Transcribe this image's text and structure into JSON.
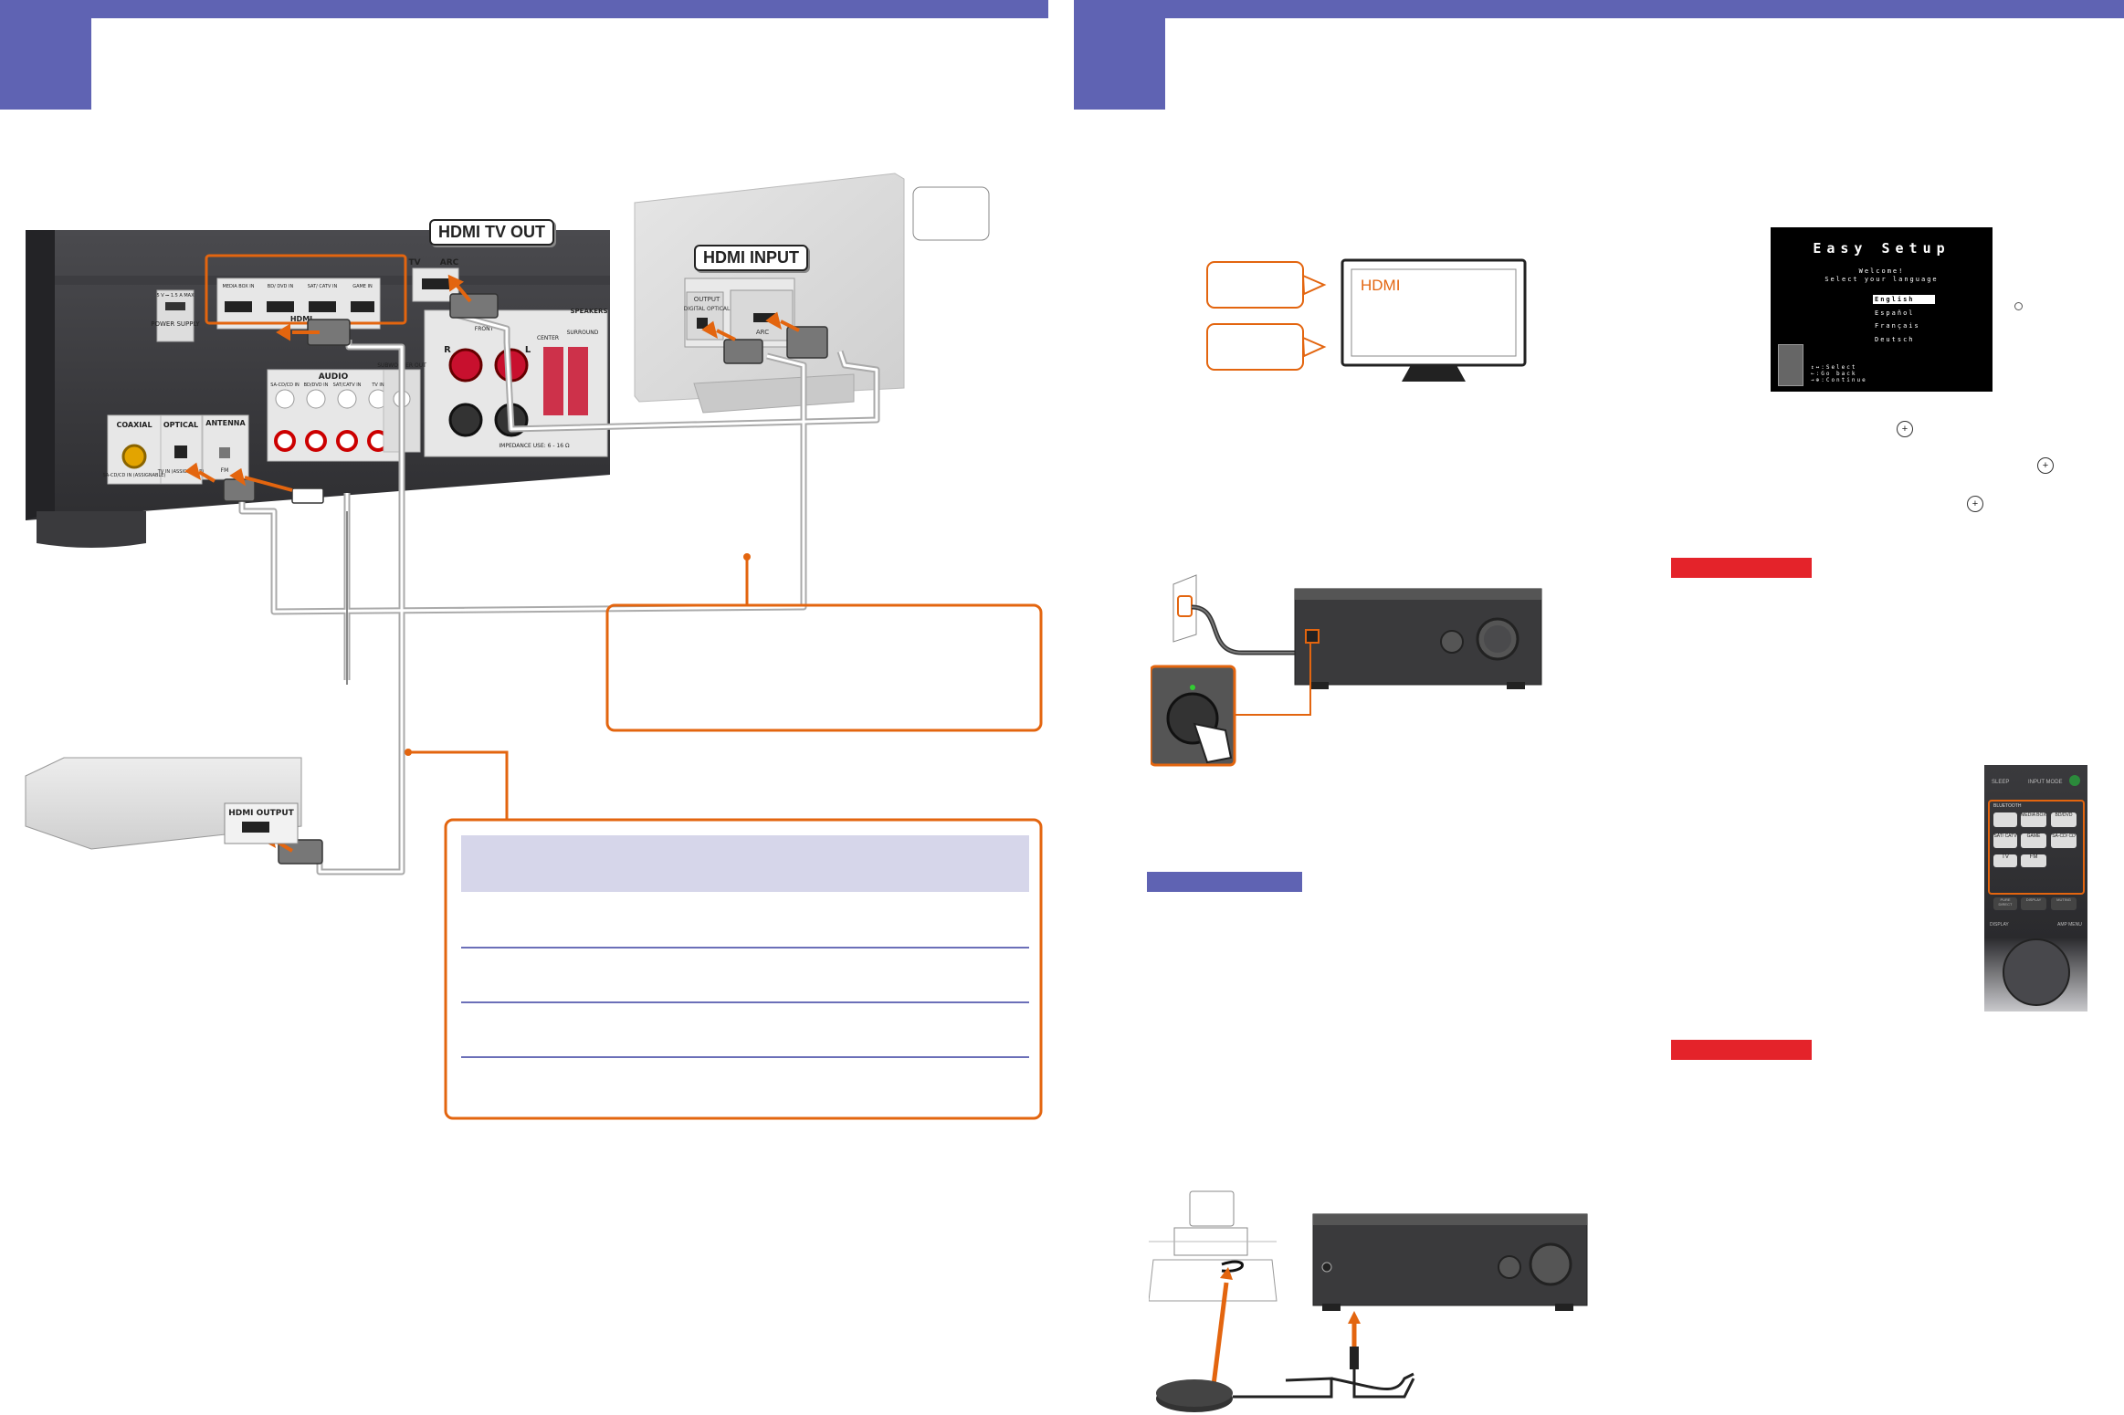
{
  "labels": {
    "hdmi_tv_out": "HDMI TV OUT",
    "hdmi_input": "HDMI INPUT",
    "hdmi_output": "HDMI OUTPUT",
    "tv_screen_text": "HDMI",
    "tv_jack": "TV",
    "arc_jack": "ARC",
    "tv_output_optical": "OUTPUT",
    "tv_digital_optical": "DIGITAL OPTICAL",
    "tv_hdmi_input_arc": "ARC"
  },
  "receiver": {
    "power_supply": "POWER SUPPLY",
    "usb_rating": "5 V ⎓ 1.5 A MAX",
    "hdmi_inputs": [
      "MEDIA BOX IN",
      "BD/ DVD IN",
      "SAT/ CATV IN",
      "GAME IN"
    ],
    "hdmi_label": "HDMI",
    "audio": "AUDIO",
    "audio_inputs": [
      "SA-CD/CD IN",
      "BD/DVD IN",
      "SAT/CATV IN",
      "TV IN"
    ],
    "subwoofer": "SUBWOOFER OUT",
    "speakers": "SPEAKERS",
    "front": "FRONT",
    "center": "CENTER",
    "surround": "SURROUND",
    "impedance": "IMPEDANCE USE: 6 - 16 Ω",
    "coaxial": "COAXIAL",
    "coaxial_sub": "SA-CD/CD IN (ASSIGNABLE)",
    "optical": "OPTICAL",
    "optical_sub": "TV IN (ASSIGNABLE)",
    "antenna": "ANTENNA",
    "fm": "FM",
    "r": "R",
    "l": "L"
  },
  "easy_setup": {
    "title": "Easy Setup",
    "welcome": "Welcome!",
    "prompt": "Select your language",
    "languages": [
      "English",
      "Español",
      "Français",
      "Deutsch"
    ],
    "selected": "English",
    "hints": [
      "↕↔:Select",
      "←:Go back",
      "→⊕:Continue"
    ]
  },
  "remote": {
    "top_left": "SLEEP",
    "top_right": "INPUT MODE",
    "group_label": "BLUETOOTH",
    "buttons": [
      "MEDIA BOX",
      "BD/DVD",
      "SAT/ CATV",
      "GAME",
      "SA-CD/ CD",
      "TV",
      "FM"
    ],
    "row2": [
      "PURE DIRECT",
      "DISPLAY",
      "MUTING"
    ],
    "bottom": [
      "DISPLAY",
      "AMP MENU"
    ]
  },
  "colors": {
    "accent_purple": "#5f63b3",
    "accent_orange": "#e3650f",
    "warning_red": "#e4232a",
    "table_header": "#d6d6ea"
  }
}
